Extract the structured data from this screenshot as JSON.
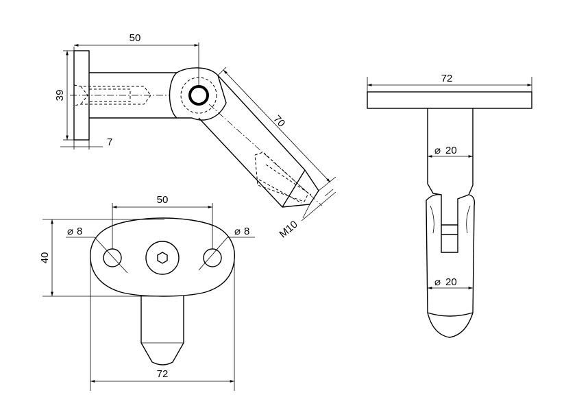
{
  "dimensions": {
    "side_length": "50",
    "side_height": "39",
    "side_plate": "7",
    "side_arm": "70",
    "side_thread": "M10",
    "front_spacing": "50",
    "front_height": "40",
    "front_hole_left": "8",
    "front_hole_right": "8",
    "front_width": "72",
    "end_width": "72",
    "end_dia_top": "20",
    "end_dia_bottom": "20"
  },
  "symbols": {
    "diameter": "⌀"
  }
}
